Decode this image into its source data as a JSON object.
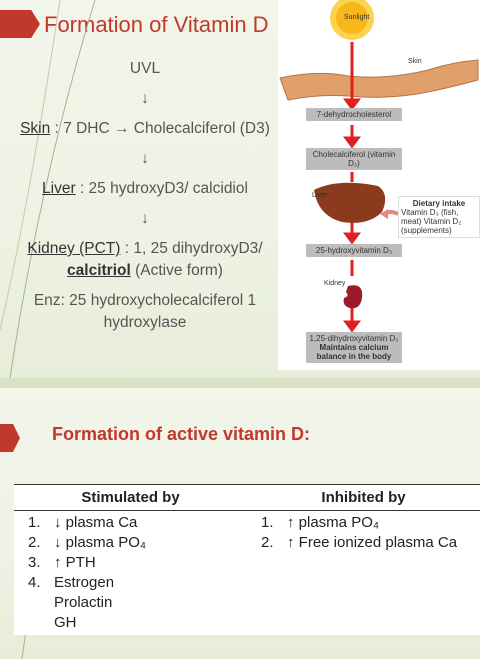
{
  "slide1": {
    "title": "Formation of Vitamin D",
    "steps": {
      "uvl": "UVL",
      "arrow": "↓",
      "skin_key": "Skin",
      "skin_text": " : 7 DHC → Cholecalciferol (D3)",
      "liver_key": "Liver",
      "liver_text": " : 25 hydroxyD3/ calcidiol",
      "kidney_key": "Kidney (PCT)",
      "kidney_text": " : 1, 25 dihydroxyD3/",
      "kidney_bold": "calcitriol",
      "kidney_tail": " (Active form)",
      "enz_key": "Enz",
      "enz_text": ": 25 hydroxycholecalciferol 1 hydroxylase"
    },
    "diagram": {
      "sunlight": "Sunlight",
      "skin": "Skin",
      "box1": "7-dehydrocholesterol",
      "box2": "Cholecalciferol (vitamin D₃)",
      "liver": "Liver",
      "dietary_title": "Dietary intake",
      "dietary_text": "Vitamin D₃ (fish, meat) Vitamin D₂ (supplements)",
      "box3": "25-hydroxyvitamin D₃",
      "kidney": "Kidney",
      "box4_line1": "1,25-dihydroxyvitamin D₃",
      "box4_line2": "Maintains calcium balance in the body"
    }
  },
  "slide2": {
    "title": "Formation of active vitamin D:",
    "table": {
      "headers": [
        "Stimulated by",
        "Inhibited by"
      ],
      "stimulated": [
        {
          "num": "1.",
          "text": "↓ plasma Ca"
        },
        {
          "num": "2.",
          "text": "↓ plasma PO₄"
        },
        {
          "num": "3.",
          "text": "↑ PTH"
        },
        {
          "num": "4.",
          "text": "Estrogen"
        },
        {
          "num": "",
          "text": "Prolactin"
        },
        {
          "num": "",
          "text": "GH"
        }
      ],
      "inhibited": [
        {
          "num": "1.",
          "text": "↑ plasma PO₄"
        },
        {
          "num": "2.",
          "text": "↑ Free ionized plasma Ca"
        }
      ]
    }
  },
  "colors": {
    "accent": "#c0392b",
    "arrow_red": "#e02020",
    "box_gray": "#bcbcbc"
  }
}
